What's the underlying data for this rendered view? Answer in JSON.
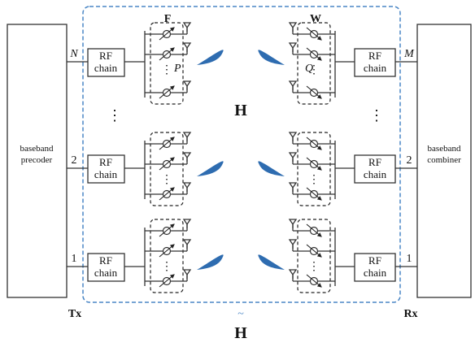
{
  "tx": {
    "label": "Tx",
    "baseband": [
      "baseband",
      "precoder"
    ],
    "rf_label": [
      "RF",
      "chain"
    ],
    "chain_indices": [
      "N",
      "2",
      "1"
    ],
    "phase_shifter_count": "P",
    "matrix_label": "F"
  },
  "rx": {
    "label": "Rx",
    "baseband": [
      "baseband",
      "combiner"
    ],
    "rf_label": [
      "RF",
      "chain"
    ],
    "chain_indices": [
      "M",
      "2",
      "1"
    ],
    "phase_shifter_count": "Q",
    "matrix_label": "W"
  },
  "channel": {
    "label": "H",
    "effective_label": "H",
    "effective_accent": "~"
  },
  "ellipsis": "⋮",
  "colors": {
    "region_border": "#4a86c5",
    "beam": "#2e6cb0",
    "lines": "#333333"
  }
}
